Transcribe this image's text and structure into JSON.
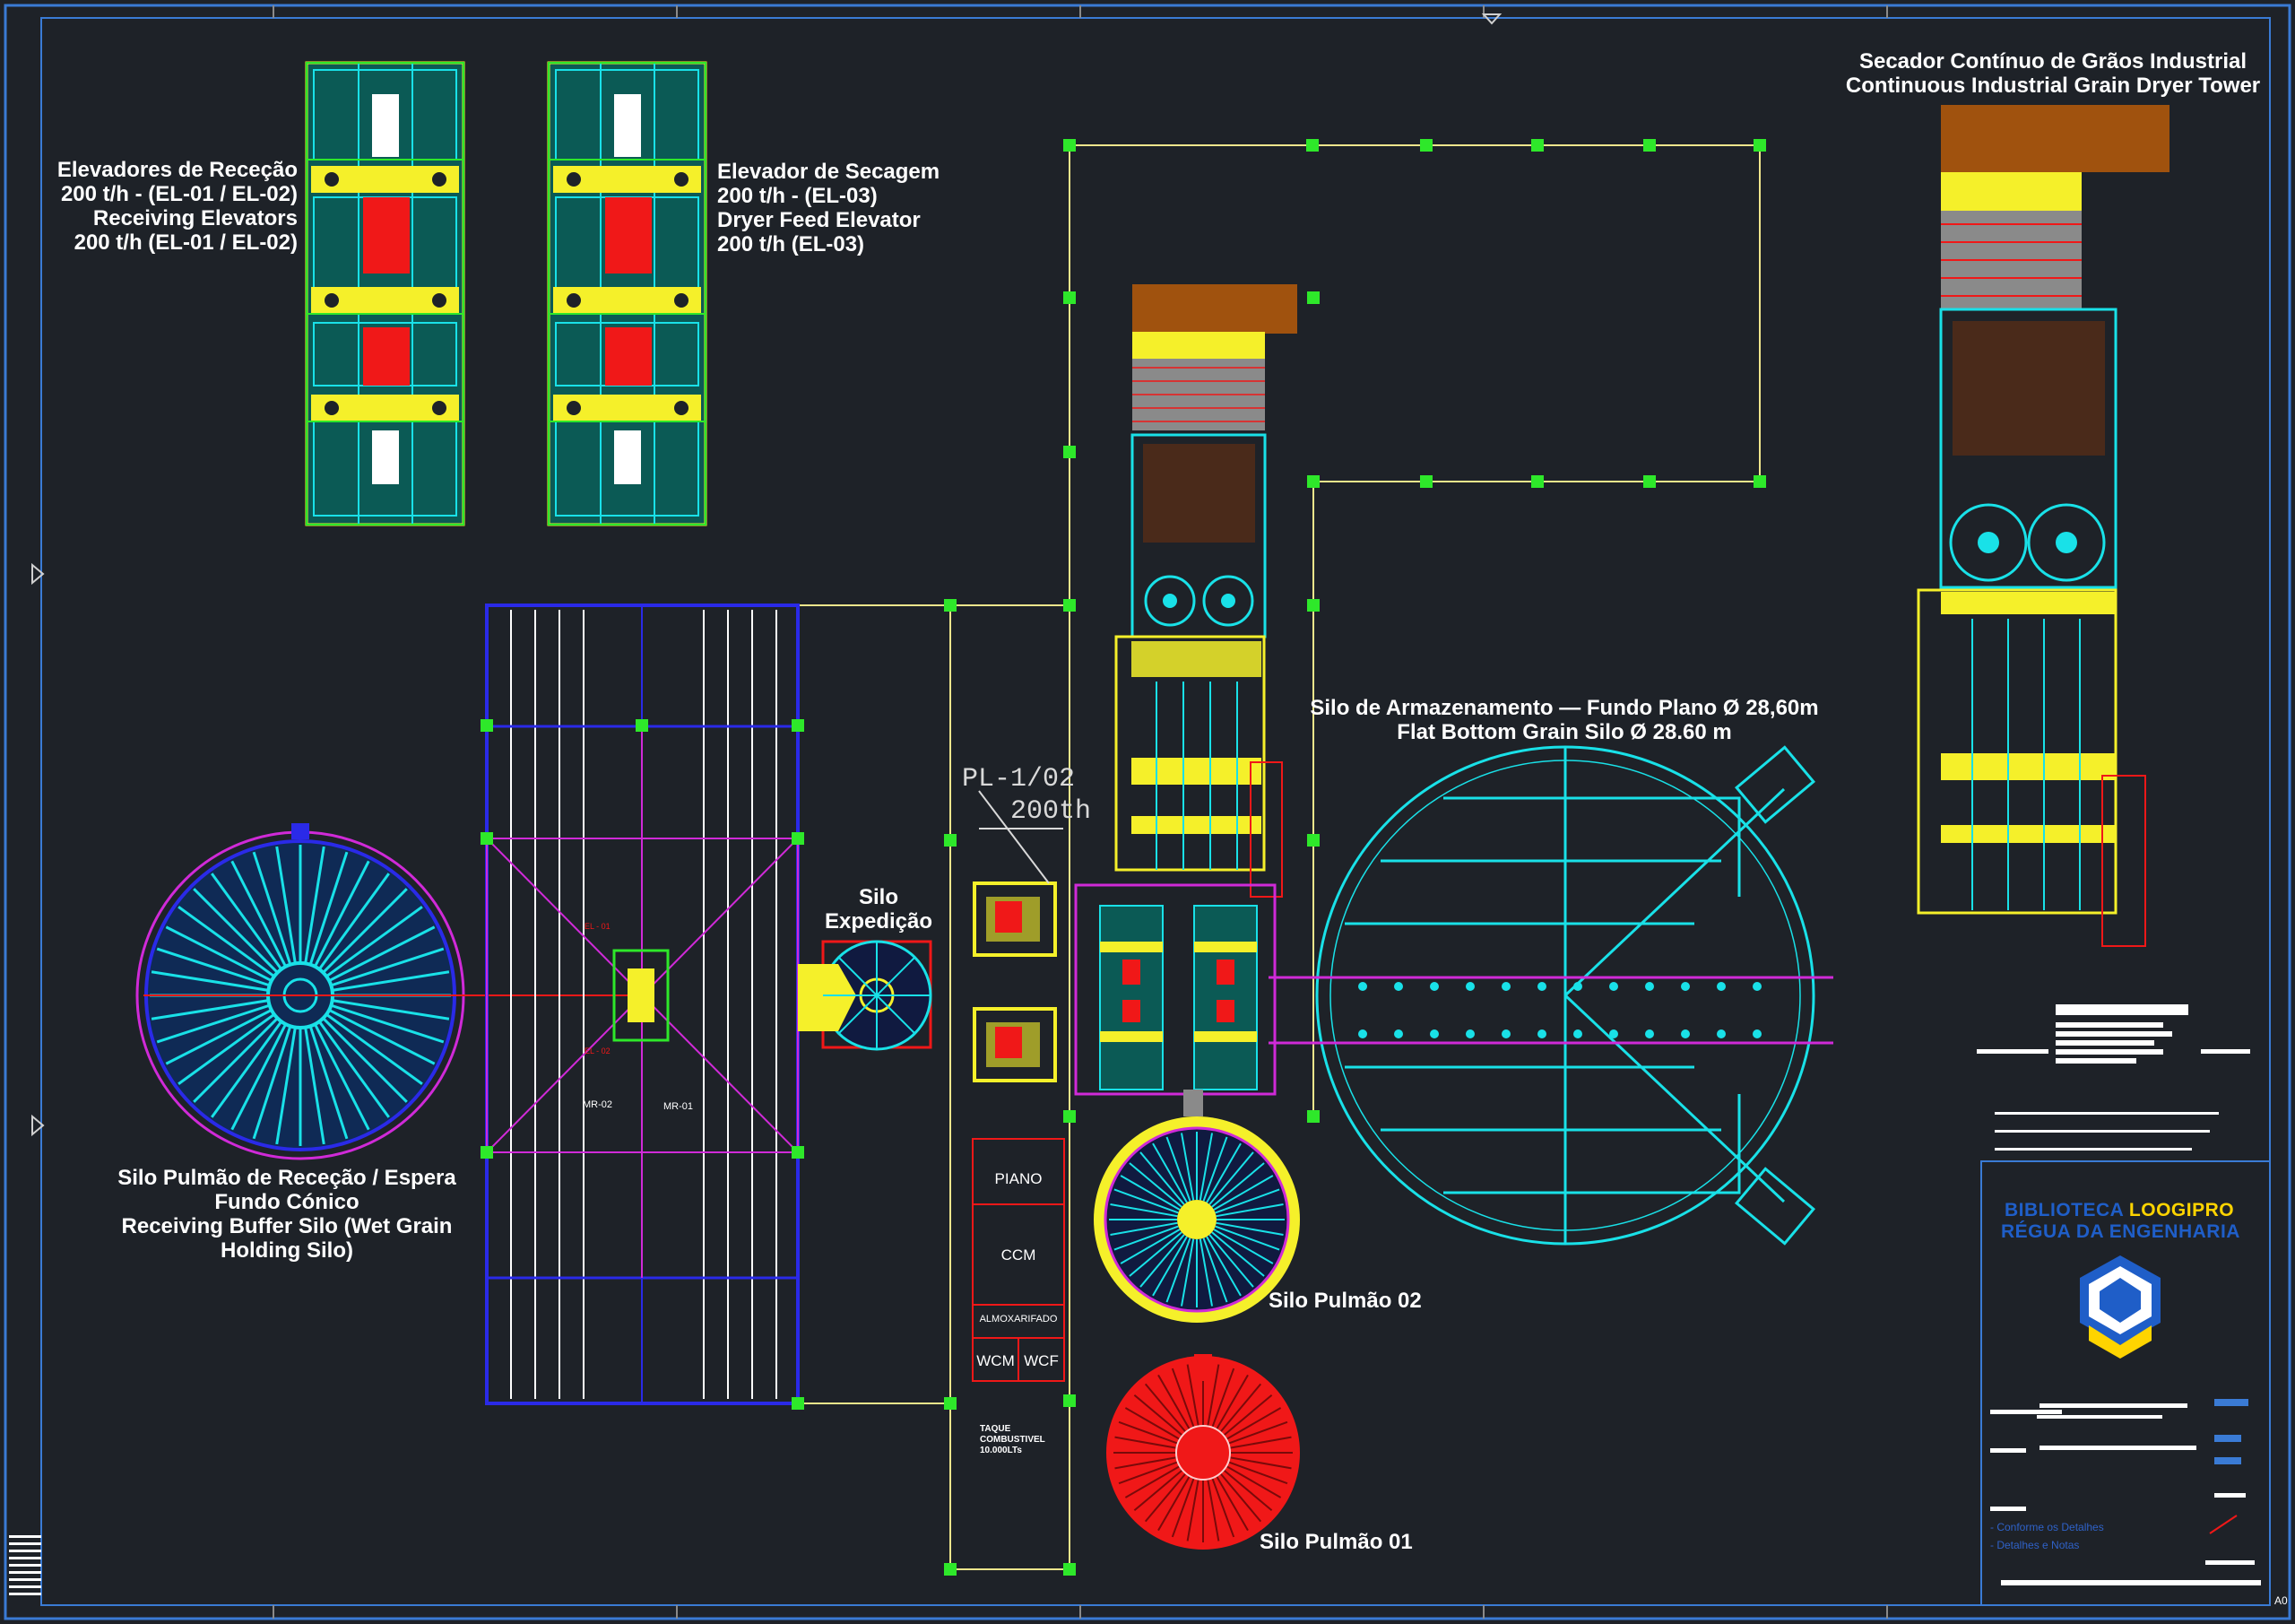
{
  "labels": {
    "receiving_elevators": "Elevadores de Receção\n200 t/h - (EL-01 / EL-02)\nReceiving Elevators\n200 t/h (EL-01 / EL-02)",
    "dryer_elevator": "Elevador de Secagem\n200 t/h - (EL-03)\nDryer Feed Elevator\n200 t/h (EL-03)",
    "dryer_tower": "Secador Contínuo de Grãos Industrial\nContinuous Industrial Grain Dryer Tower",
    "storage_silo": "Silo de Armazenamento — Fundo Plano Ø 28,60m\nFlat Bottom Grain Silo Ø 28.60 m",
    "buffer_silo": "Silo Pulmão de Receção / Espera\nFundo Cónico\nReceiving Buffer Silo (Wet Grain\nHolding Silo)",
    "silo_expedicao": "Silo\nExpedição",
    "silo_pulmao_02": "Silo Pulmão 02",
    "silo_pulmao_01": "Silo Pulmão 01",
    "pl_line1": "PL-1/02",
    "pl_line2": "200th",
    "mr_02": "MR-02",
    "mr_01": "MR-01",
    "el_01": "EL - 01",
    "el_02": "EL - 02"
  },
  "rooms": {
    "piano": "PIANO",
    "ccm": "CCM",
    "almoxarifado": "ALMOXARIFADO",
    "wcm": "WCM",
    "wcf": "WCF"
  },
  "tank_label": "TAQUE\nCOMBUSTIVEL\n10.000LTs",
  "title_block": {
    "brand_line1_part1": "BIBLIOTECA",
    "brand_line1_part2": "LOOGIPRO",
    "brand_line2": "RÉGUA DA ENGENHARIA",
    "note1": "- Conforme os Detalhes",
    "note2": "- Detalhes e Notas",
    "sheet_mark": "A0"
  },
  "colors": {
    "background": "#1e2228",
    "frame": "#3a7bd5",
    "cyan": "#19e1e8",
    "yellow": "#f5f02a",
    "green": "#2ee82a",
    "red": "#f01818",
    "magenta": "#d02ad8",
    "blue": "#2a2ae8",
    "orange_brown": "#a0520e",
    "white": "#ffffff",
    "brand_yellow": "#ffd400",
    "brand_blue": "#1f5ec8"
  }
}
